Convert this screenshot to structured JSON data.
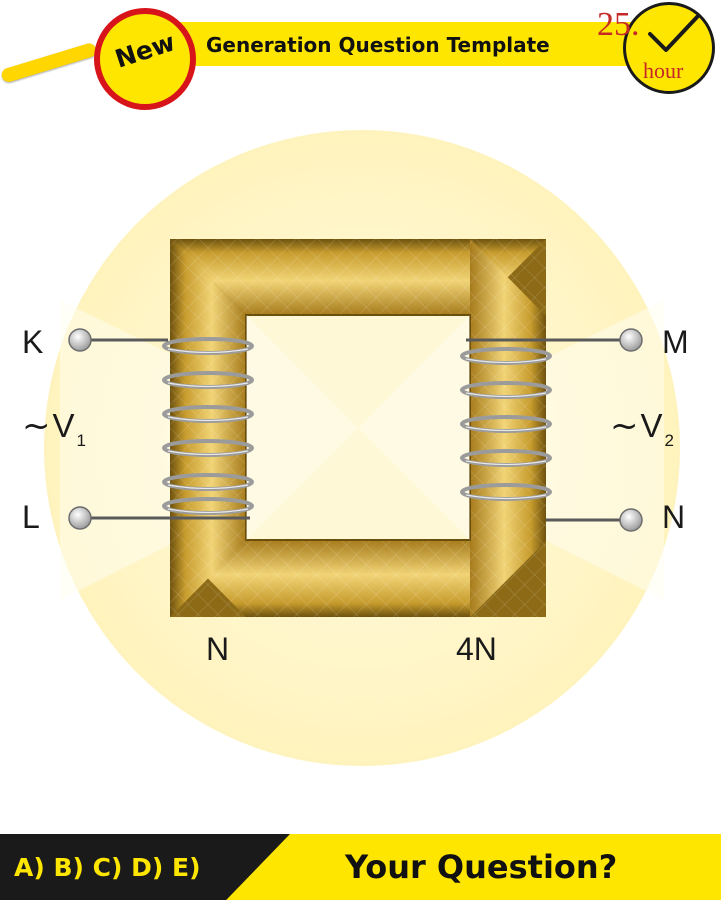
{
  "header": {
    "badge_label": "New",
    "title": "Generation Question Template",
    "clock": {
      "number": "25.",
      "unit": "hour"
    }
  },
  "diagram": {
    "primary_terminals": {
      "top": "K",
      "bottom": "L"
    },
    "secondary_terminals": {
      "top": "M",
      "bottom": "N"
    },
    "primary_voltage": {
      "tilde": "~",
      "symbol": "V",
      "subscript": "1"
    },
    "secondary_voltage": {
      "tilde": "~",
      "symbol": "V",
      "subscript": "2"
    },
    "primary_turns": "N",
    "secondary_turns": "4N",
    "colors": {
      "core": "#c9a23a",
      "core_highlight": "#f3d77a",
      "core_shadow": "#7a5c12",
      "coil": "#9a9a9a",
      "background_glow": "#fff6c8"
    }
  },
  "footer": {
    "answer_options": "A) B) C) D) E)",
    "question_prompt": "Your Question?"
  },
  "colors": {
    "accent_yellow": "#ffe600",
    "dark": "#1a1a1a",
    "badge_ring": "#d8141b"
  }
}
